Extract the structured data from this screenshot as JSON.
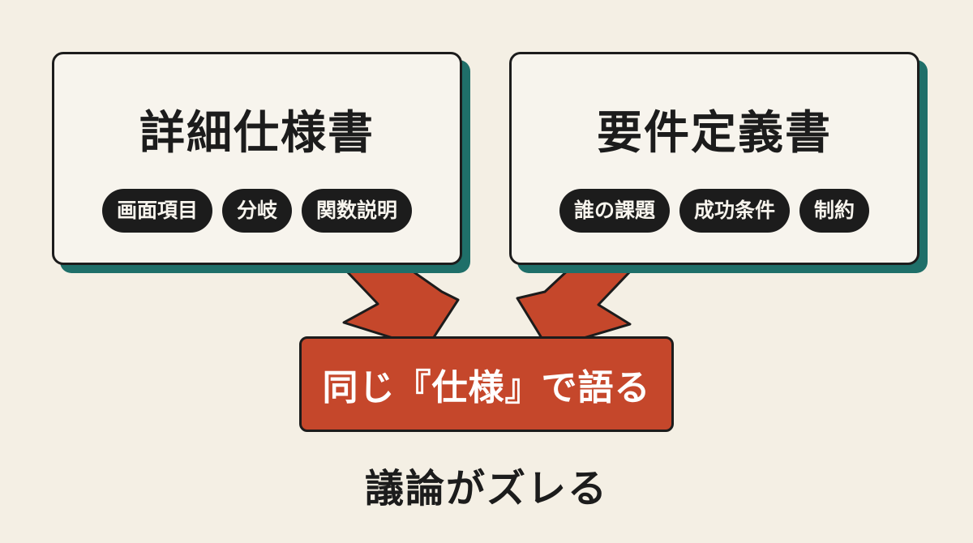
{
  "left_card": {
    "title": "詳細仕様書",
    "tags": [
      "画面項目",
      "分岐",
      "関数説明"
    ]
  },
  "right_card": {
    "title": "要件定義書",
    "tags": [
      "誰の課題",
      "成功条件",
      "制約"
    ]
  },
  "result": {
    "label": "同じ『仕様』で語る"
  },
  "conclusion": {
    "text": "議論がズレる"
  },
  "colors": {
    "background": "#f4efe4",
    "card": "#f7f4ed",
    "card_shadow": "#1f6f69",
    "accent": "#c5472b",
    "ink": "#1c1c1c"
  }
}
